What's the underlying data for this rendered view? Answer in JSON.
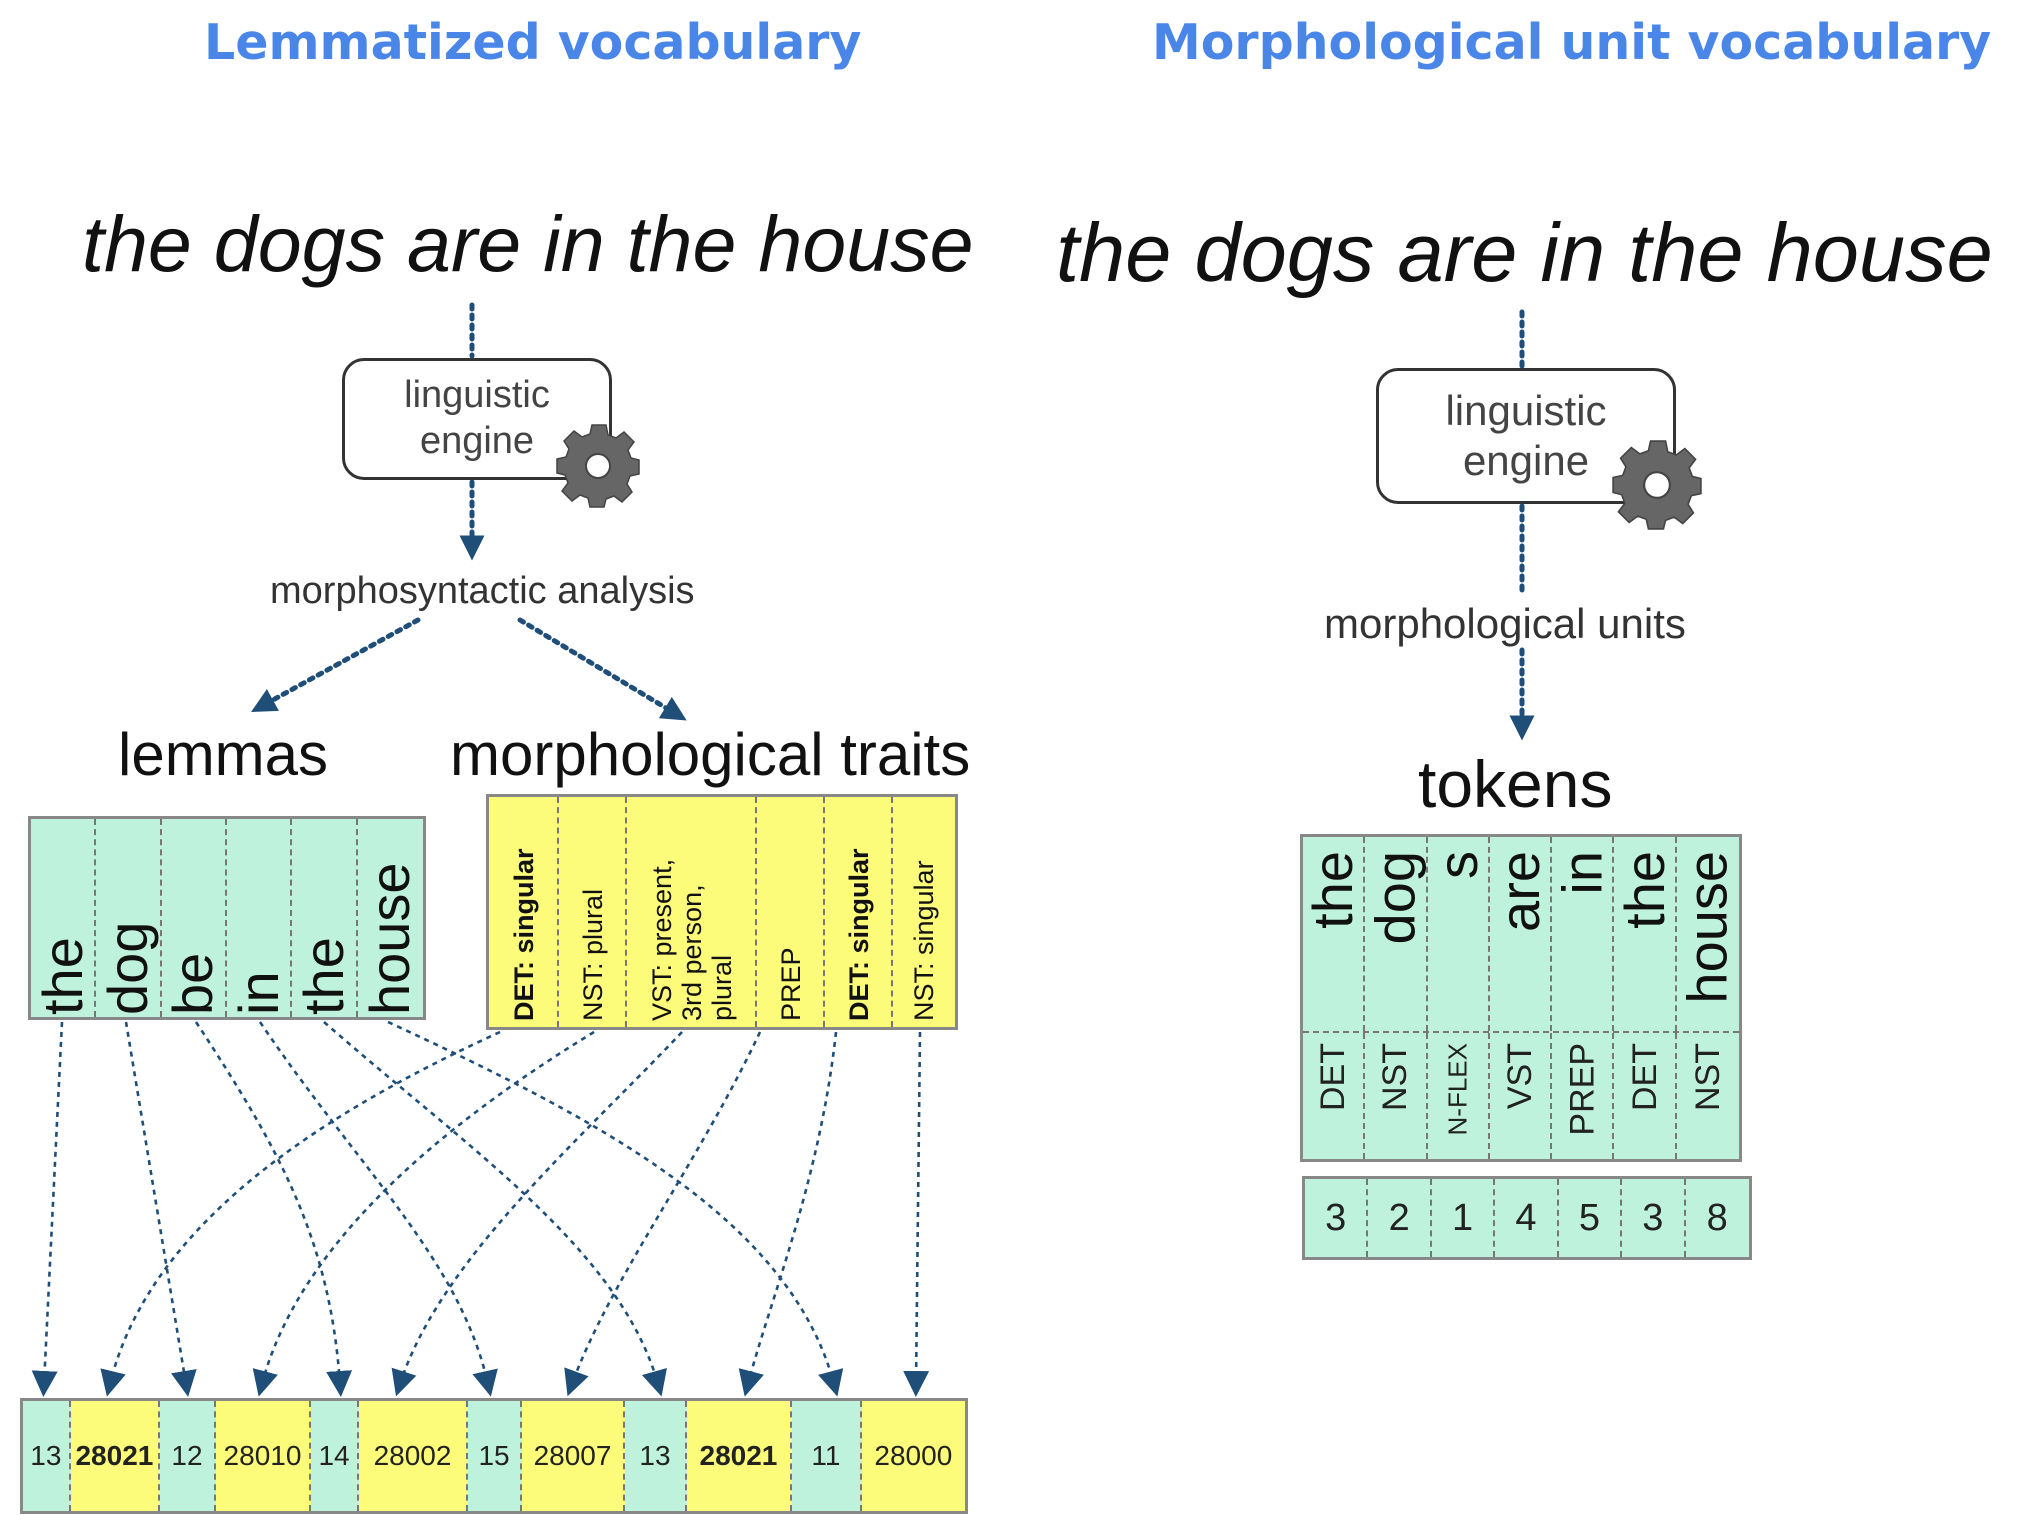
{
  "left": {
    "title": "Lemmatized vocabulary",
    "sentence": "the dogs are in the house",
    "engine_line1": "linguistic",
    "engine_line2": "engine",
    "analysis": "morphosyntactic analysis",
    "lemmas_heading": "lemmas",
    "traits_heading": "morphological traits",
    "lemmas": [
      "the",
      "dog",
      "be",
      "in",
      "the",
      "house"
    ],
    "traits": [
      {
        "lines": [
          "DET: singular"
        ],
        "bold": true
      },
      {
        "lines": [
          "NST: plural"
        ],
        "bold": false
      },
      {
        "lines": [
          "VST: present,",
          "3rd person,",
          "plural"
        ],
        "bold": false
      },
      {
        "lines": [
          "PREP"
        ],
        "bold": false
      },
      {
        "lines": [
          "DET: singular"
        ],
        "bold": true
      },
      {
        "lines": [
          "NST: singular"
        ],
        "bold": false
      }
    ],
    "ids": [
      {
        "text": "13",
        "kind": "lemma"
      },
      {
        "text": "28021",
        "kind": "trait",
        "bold": true
      },
      {
        "text": "12",
        "kind": "lemma"
      },
      {
        "text": "28010",
        "kind": "trait"
      },
      {
        "text": "14",
        "kind": "lemma"
      },
      {
        "text": "28002",
        "kind": "trait"
      },
      {
        "text": "15",
        "kind": "lemma"
      },
      {
        "text": "28007",
        "kind": "trait"
      },
      {
        "text": "13",
        "kind": "lemma"
      },
      {
        "text": "28021",
        "kind": "trait",
        "bold": true
      },
      {
        "text": "11",
        "kind": "lemma"
      },
      {
        "text": "28000",
        "kind": "trait"
      }
    ]
  },
  "right": {
    "title": "Morphological unit vocabulary",
    "sentence": "the dogs are in the house",
    "engine_line1": "linguistic",
    "engine_line2": "engine",
    "units": "morphological units",
    "tokens_heading": "tokens",
    "tokens_top": [
      "the",
      "dog",
      "s",
      "are",
      "in",
      "the",
      "house"
    ],
    "tokens_bottom": [
      "DET",
      "NST",
      "N-FLEX",
      "VST",
      "PREP",
      "DET",
      "NST"
    ],
    "ids": [
      "3",
      "2",
      "1",
      "4",
      "5",
      "3",
      "8"
    ]
  },
  "colors": {
    "title": "#4a86e8",
    "lemma_fill": "#bff2dd",
    "trait_fill": "#fdfc7a",
    "arrow": "#1f4e79",
    "gear": "#666666"
  }
}
